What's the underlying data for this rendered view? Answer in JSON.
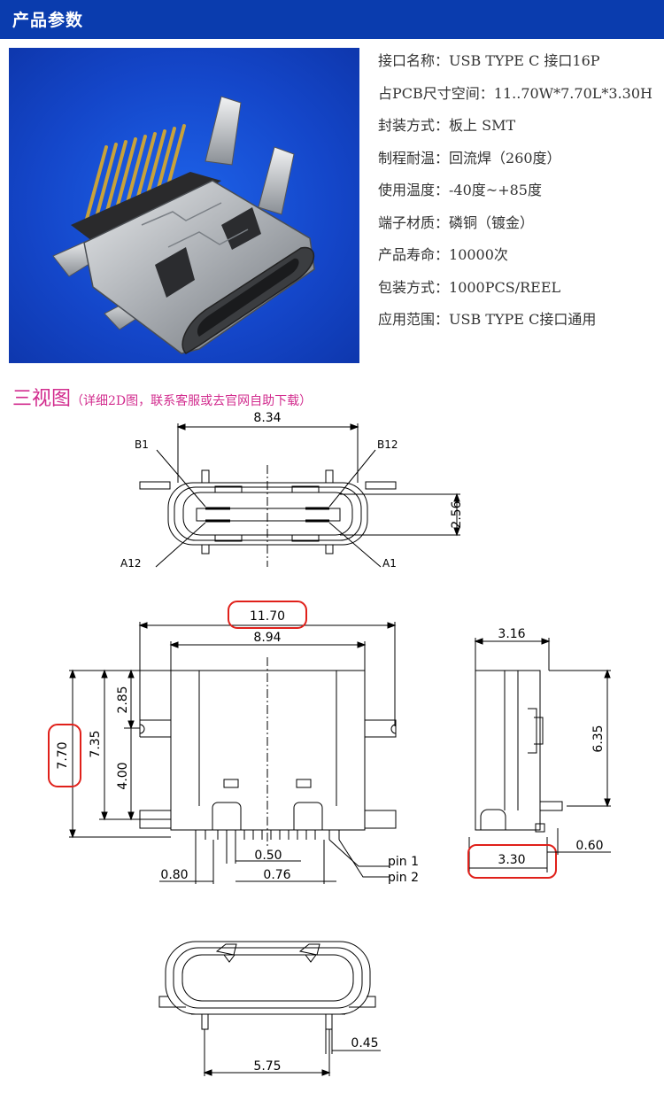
{
  "header": {
    "title": "产品参数"
  },
  "specs": [
    {
      "label": "接口名称：",
      "value": "USB TYPE C 接口16P"
    },
    {
      "label": "占PCB尺寸空间：",
      "value": "11..70W*7.70L*3.30H"
    },
    {
      "label": "封装方式：",
      "value": "板上 SMT"
    },
    {
      "label": "制程耐温：",
      "value": "回流焊（260度）"
    },
    {
      "label": "使用温度：",
      "value": "-40度~+85度"
    },
    {
      "label": "端子材质：",
      "value": "磷铜（镀金）"
    },
    {
      "label": "产品寿命：",
      "value": "10000次"
    },
    {
      "label": "包装方式：",
      "value": "1000PCS/REEL"
    },
    {
      "label": "应用范围：",
      "value": "USB TYPE C接口通用"
    }
  ],
  "section": {
    "title": "三视图",
    "note": "（详细2D图，联系客服或去官网自助下载）"
  },
  "front_view": {
    "width": "8.34",
    "height": "2.56",
    "pins": [
      "B1",
      "B12",
      "A12",
      "A1"
    ]
  },
  "top_view": {
    "overall_width": "11.70",
    "body_width": "8.94",
    "overall_length": "7.70",
    "length_inner": "7.35",
    "dim_upper": "2.85",
    "dim_lower": "4.00",
    "pitch": "0.50",
    "offset_left": "0.80",
    "offset_right": "0.76",
    "pin1_label": "pin 1",
    "pin2_label": "pin 2"
  },
  "side_view": {
    "depth": "3.16",
    "height": "6.35",
    "total_height": "3.30",
    "lead": "0.60"
  },
  "bottom_view": {
    "pitch_total": "5.75",
    "lead_width": "0.45"
  },
  "colors": {
    "header": "#0a3cae",
    "accent": "#d22c8e",
    "highlight": "#e0201a"
  }
}
